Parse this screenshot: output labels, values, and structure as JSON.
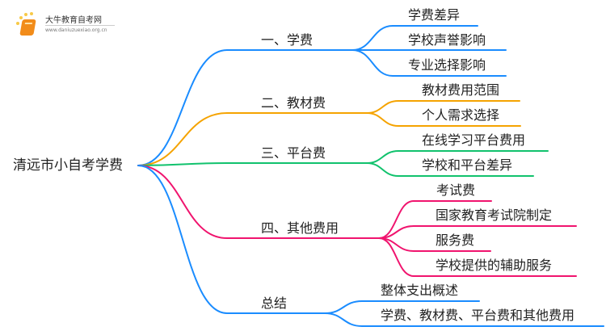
{
  "logo": {
    "title": "大牛教育自考网",
    "url": "www.daniuzuexiao.org.cn"
  },
  "root": {
    "label": "清远市小自考学费"
  },
  "colors": {
    "blue": "#1a8cff",
    "orange": "#f5a300",
    "green": "#11c26d",
    "pink": "#f0146e"
  },
  "branches": [
    {
      "label": "一、学费",
      "color": "blue",
      "children": [
        "学费差异",
        "学校声誉影响",
        "专业选择影响"
      ]
    },
    {
      "label": "二、教材费",
      "color": "orange",
      "children": [
        "教材费用范围",
        "个人需求选择"
      ]
    },
    {
      "label": "三、平台费",
      "color": "green",
      "children": [
        "在线学习平台费用",
        "学校和平台差异"
      ]
    },
    {
      "label": "四、其他费用",
      "color": "pink",
      "children": [
        "考试费",
        "国家教育考试院制定",
        "服务费",
        "学校提供的辅助服务"
      ]
    },
    {
      "label": "总结",
      "color": "blue",
      "children": [
        "整体支出概述",
        "学费、教材费、平台费和其他费用"
      ]
    }
  ]
}
